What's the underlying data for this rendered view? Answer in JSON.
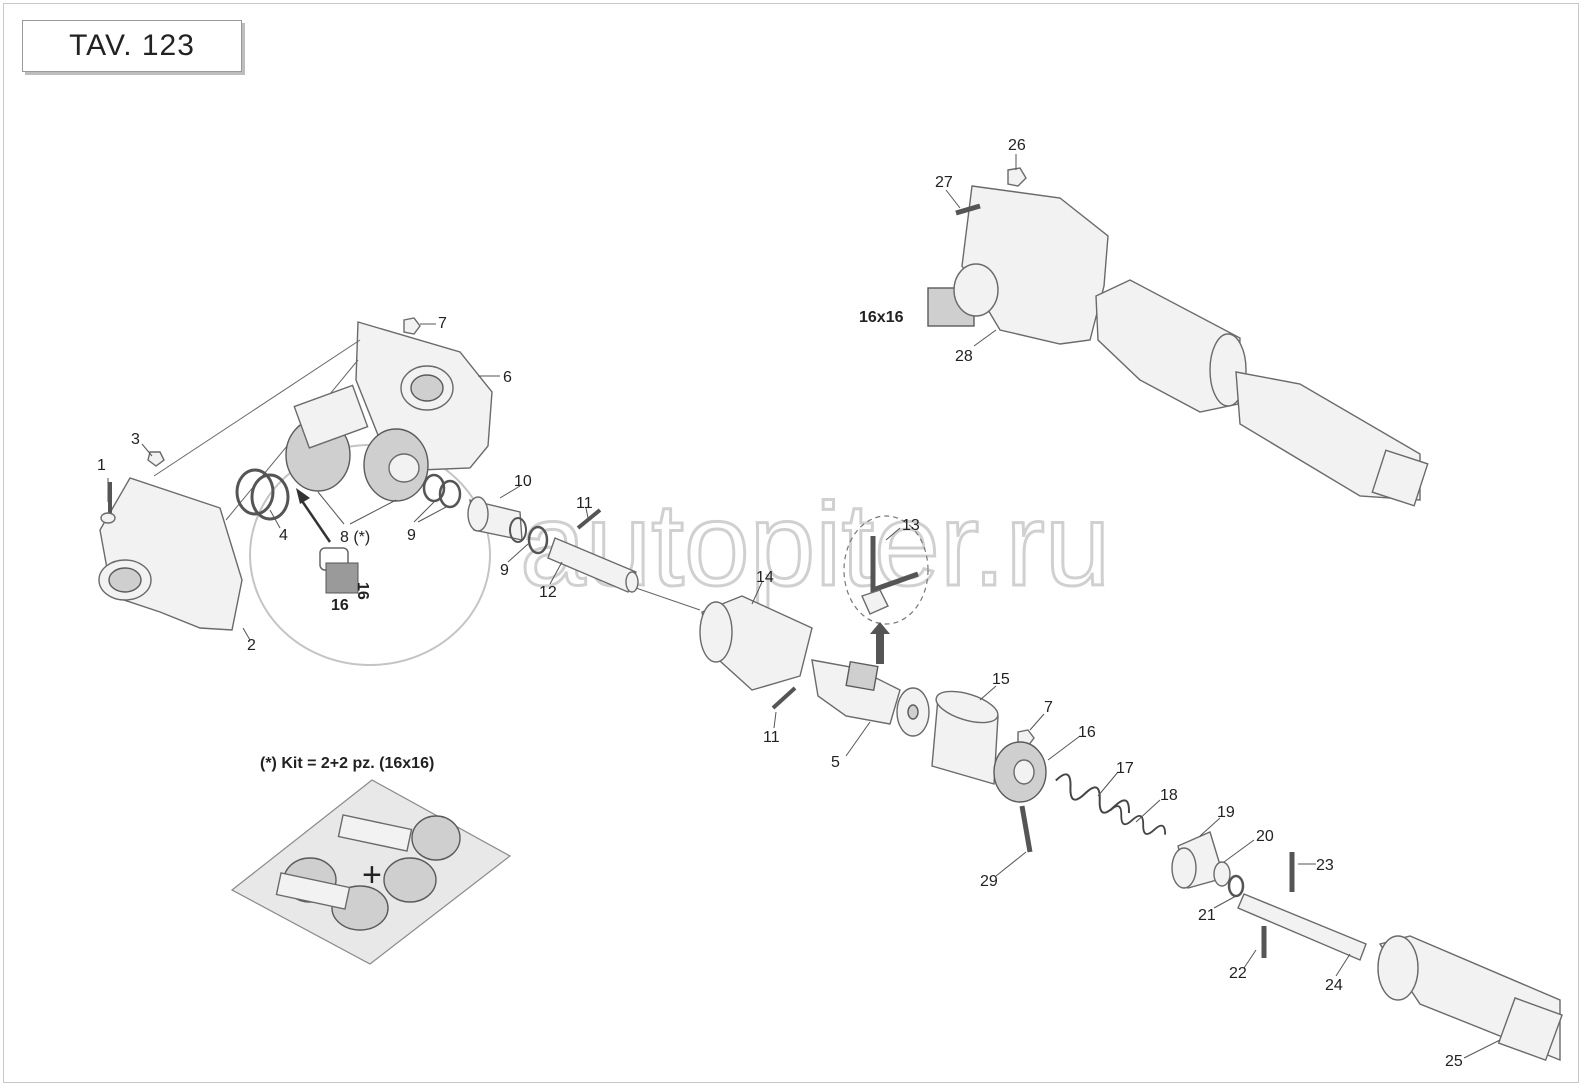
{
  "title": "TAV. 123",
  "watermark": "autopiter.ru",
  "kit_caption": "(*) Kit = 2+2 pz. (16x16)",
  "shaft_size_label": "16x16",
  "sub_label_8": "8 (*)",
  "callouts": {
    "c1": "1",
    "c2": "2",
    "c3": "3",
    "c4": "4",
    "c5": "5",
    "c6": "6",
    "c7a": "7",
    "c7b": "7",
    "c9a": "9",
    "c9b": "9",
    "c10": "10",
    "c11a": "11",
    "c11b": "11",
    "c12": "12",
    "c13": "13",
    "c14": "14",
    "c15": "15",
    "c16a": "16",
    "c16b": "16",
    "c16c": "16",
    "c17": "17",
    "c18": "18",
    "c19": "19",
    "c20": "20",
    "c21": "21",
    "c22": "22",
    "c23": "23",
    "c24": "24",
    "c25": "25",
    "c26": "26",
    "c27": "27",
    "c28": "28",
    "c29": "29"
  }
}
